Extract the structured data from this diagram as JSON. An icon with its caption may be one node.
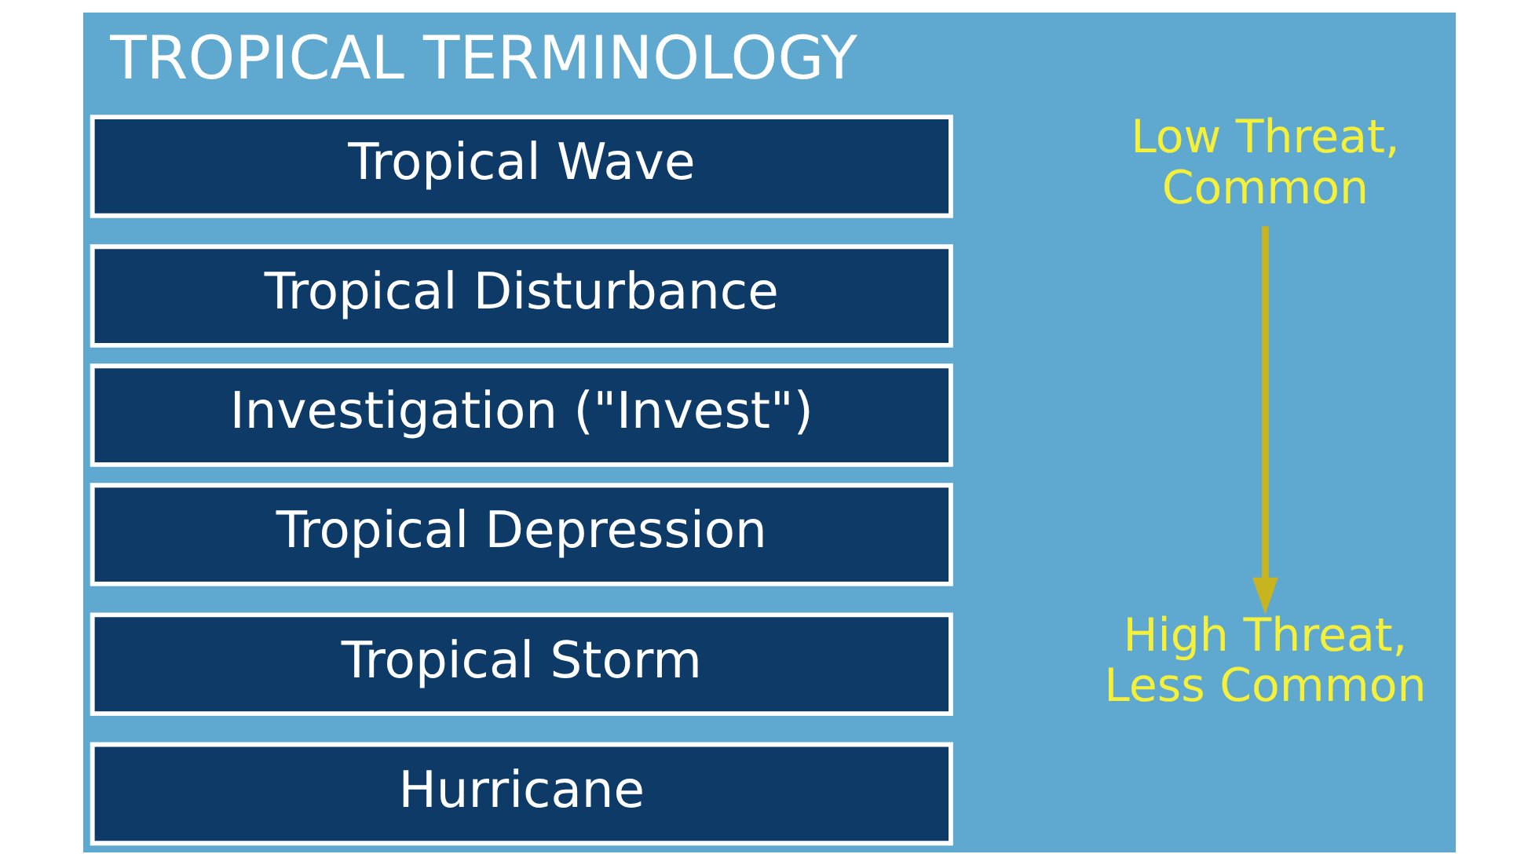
{
  "diagram": {
    "title": "TROPICAL TERMINOLOGY",
    "nodes": [
      {
        "text": [
          "Tropical Wave"
        ]
      },
      {
        "text": [
          "Tropical Disturbance"
        ]
      },
      {
        "text": [
          "Investigation (\"Invest\")"
        ]
      },
      {
        "text": [
          "Tropical Depression"
        ]
      },
      {
        "text": [
          "Tropical Storm"
        ]
      },
      {
        "text": [
          "Hurricane"
        ]
      },
      {
        "text": [
          "Low Threat, Common"
        ]
      },
      {
        "text": [
          "High Threat, Less Common"
        ]
      }
    ],
    "edges": [
      {
        "from": 6,
        "to": 7,
        "arrow": "to",
        "color": "#c8b41e"
      }
    ]
  }
}
